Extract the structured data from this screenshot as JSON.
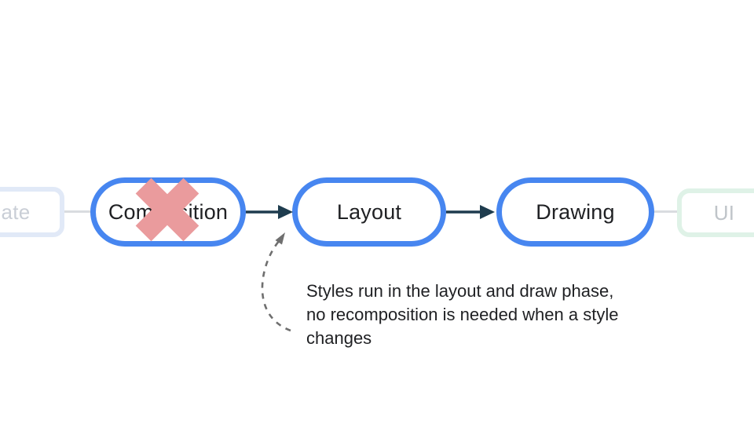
{
  "diagram": {
    "nodes": [
      {
        "id": "state-partial",
        "label": "ate",
        "style": "faded-blue",
        "crossed_out": false
      },
      {
        "id": "composition",
        "label": "Composition",
        "style": "primary",
        "crossed_out": true
      },
      {
        "id": "layout",
        "label": "Layout",
        "style": "primary",
        "crossed_out": false
      },
      {
        "id": "drawing",
        "label": "Drawing",
        "style": "primary",
        "crossed_out": false
      },
      {
        "id": "ui-partial",
        "label": "UI",
        "style": "faded-green",
        "crossed_out": false
      }
    ],
    "annotation": {
      "lines": [
        "Styles run in the layout and draw phase,",
        "no recomposition is needed when a style",
        "changes"
      ]
    },
    "colors": {
      "node_border_primary": "#4786F0",
      "flow_arrow": "#1E3C4E",
      "cross_mark": "#EA9B9D",
      "faded_blue_border": "#E1E9F7",
      "faded_green_border": "#DFF2E7",
      "faded_connector": "#D9DCE0",
      "faded_label_blue": "#C9CED6",
      "faded_label_green": "#BFC4C9",
      "dashed_arrow": "#6F6F6F",
      "label_text": "#202124",
      "background": "#FFFFFF"
    }
  }
}
